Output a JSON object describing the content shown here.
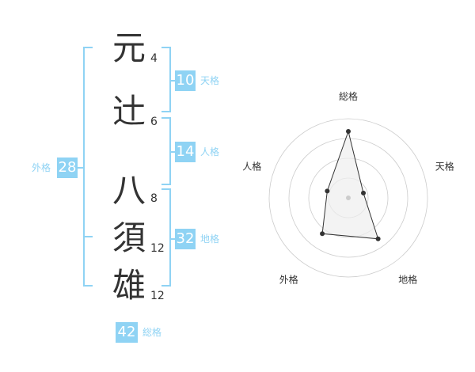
{
  "name": {
    "chars": [
      {
        "char": "元",
        "strokes": "4"
      },
      {
        "char": "辻",
        "strokes": "6"
      },
      {
        "char": "八",
        "strokes": "8"
      },
      {
        "char": "須",
        "strokes": "12"
      },
      {
        "char": "雄",
        "strokes": "12"
      }
    ]
  },
  "kaku": {
    "tenkaku": {
      "label": "天格",
      "value": "10"
    },
    "jinkaku": {
      "label": "人格",
      "value": "14"
    },
    "chikaku": {
      "label": "地格",
      "value": "32"
    },
    "gaikaku": {
      "label": "外格",
      "value": "28"
    },
    "soukaku": {
      "label": "総格",
      "value": "42"
    }
  },
  "colors": {
    "accent": "#8fd3f4",
    "text": "#333333",
    "ring": "#cccccc",
    "fill": "#eeeeee"
  },
  "chart_data": {
    "type": "radar",
    "axes": [
      "総格",
      "天格",
      "地格",
      "外格",
      "人格"
    ],
    "values": [
      42,
      10,
      32,
      28,
      14
    ],
    "grid_rings": 4
  }
}
